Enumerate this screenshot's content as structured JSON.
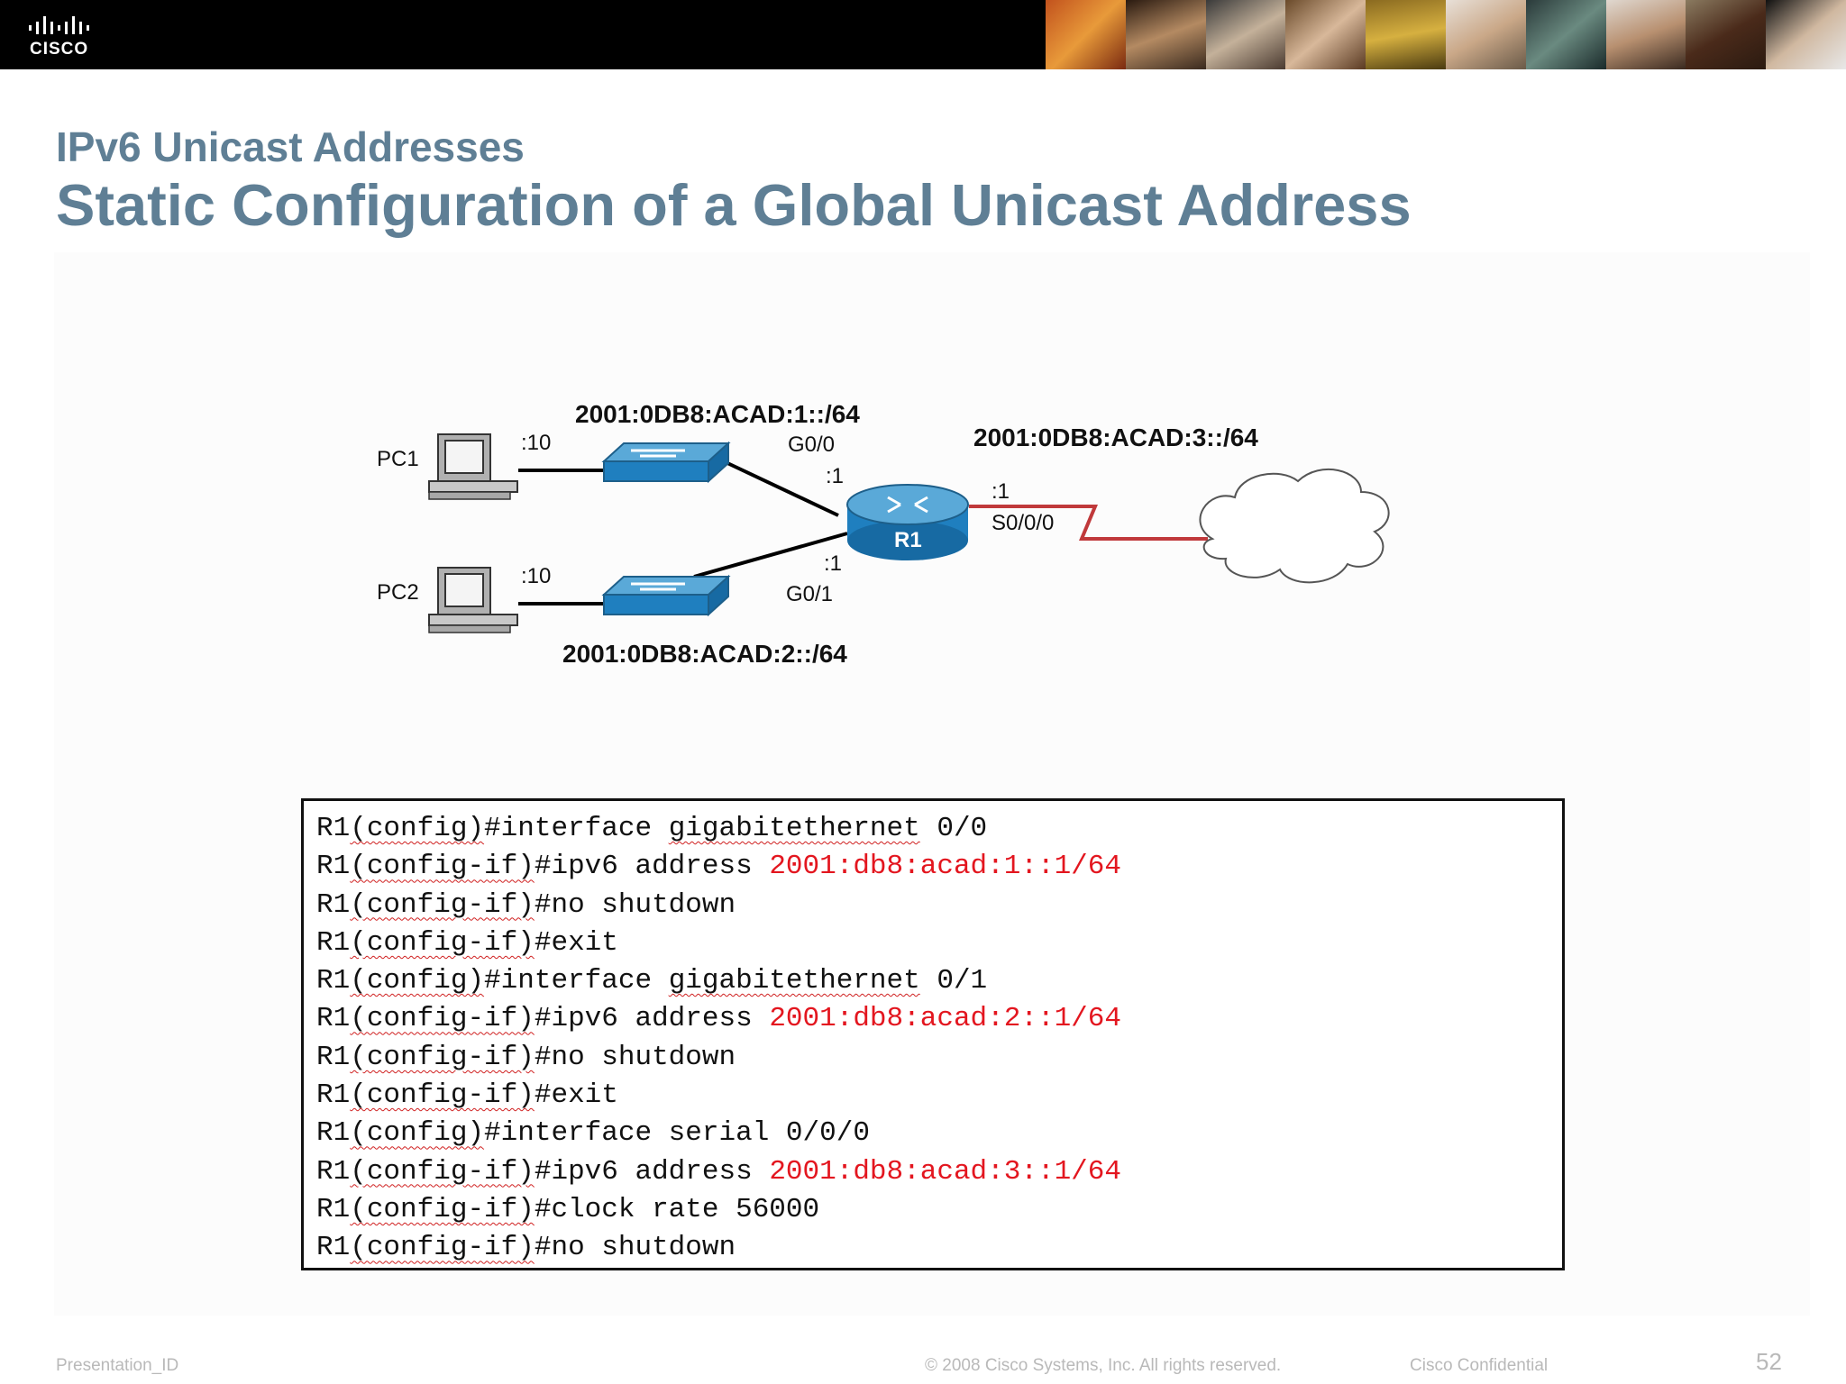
{
  "header": {
    "logo_text": "CISCO",
    "colors": {
      "bar": "#000000",
      "title": "#5f7f95"
    }
  },
  "slide": {
    "section_title": "IPv6 Unicast Addresses",
    "main_title": "Static Configuration of a Global Unicast Address"
  },
  "diagram": {
    "pc1": {
      "name": "PC1",
      "host": ":10"
    },
    "pc2": {
      "name": "PC2",
      "host": ":10"
    },
    "net1": "2001:0DB8:ACAD:1::/64",
    "net2": "2001:0DB8:ACAD:2::/64",
    "net3": "2001:0DB8:ACAD:3::/64",
    "router": "R1",
    "g00": {
      "iface": "G0/0",
      "host": ":1"
    },
    "g01": {
      "iface": "G0/1",
      "host": ":1"
    },
    "s000": {
      "iface": "S0/0/0",
      "host": ":1"
    }
  },
  "code": {
    "lines": [
      {
        "prompt": "R1",
        "mode": "(config)",
        "cmd": "#interface ",
        "u": "gigabitethernet",
        "rest": " 0/0",
        "addr": ""
      },
      {
        "prompt": "R1",
        "mode": "(config-if)",
        "cmd": "#ipv6 address ",
        "u": "",
        "rest": "",
        "addr": "2001:db8:acad:1::1/64"
      },
      {
        "prompt": "R1",
        "mode": "(config-if)",
        "cmd": "#no shutdown",
        "u": "",
        "rest": "",
        "addr": ""
      },
      {
        "prompt": "R1",
        "mode": "(config-if)",
        "cmd": "#exit",
        "u": "",
        "rest": "",
        "addr": ""
      },
      {
        "prompt": "R1",
        "mode": "(config)",
        "cmd": "#interface ",
        "u": "gigabitethernet",
        "rest": " 0/1",
        "addr": ""
      },
      {
        "prompt": "R1",
        "mode": "(config-if)",
        "cmd": "#ipv6 address ",
        "u": "",
        "rest": "",
        "addr": "2001:db8:acad:2::1/64"
      },
      {
        "prompt": "R1",
        "mode": "(config-if)",
        "cmd": "#no shutdown",
        "u": "",
        "rest": "",
        "addr": ""
      },
      {
        "prompt": "R1",
        "mode": "(config-if)",
        "cmd": "#exit",
        "u": "",
        "rest": "",
        "addr": ""
      },
      {
        "prompt": "R1",
        "mode": "(config)",
        "cmd": "#interface serial 0/0/0",
        "u": "",
        "rest": "",
        "addr": ""
      },
      {
        "prompt": "R1",
        "mode": "(config-if)",
        "cmd": "#ipv6 address ",
        "u": "",
        "rest": "",
        "addr": "2001:db8:acad:3::1/64"
      },
      {
        "prompt": "R1",
        "mode": "(config-if)",
        "cmd": "#clock rate 56000",
        "u": "",
        "rest": "",
        "addr": ""
      },
      {
        "prompt": "R1",
        "mode": "(config-if)",
        "cmd": "#no shutdown",
        "u": "",
        "rest": "",
        "addr": ""
      }
    ],
    "colors": {
      "address": "#e3161f",
      "underline": "#d02020"
    }
  },
  "footer": {
    "presentation_id": "Presentation_ID",
    "copyright": "© 2008 Cisco Systems, Inc. All rights reserved.",
    "confidential": "Cisco Confidential",
    "page_number": "52"
  }
}
